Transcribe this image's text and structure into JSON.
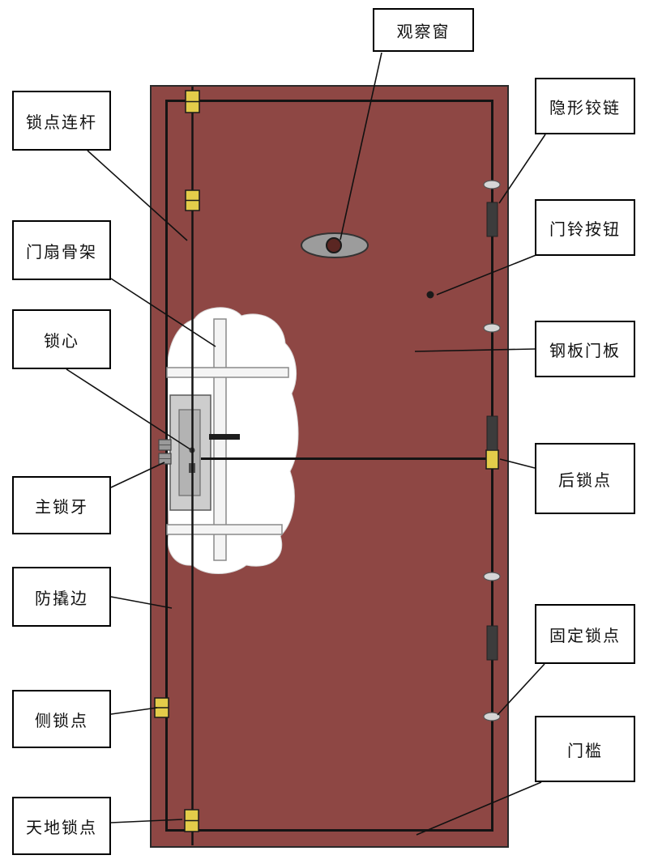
{
  "diagram": {
    "subject": "security-door-structure",
    "labels": {
      "observation_window": "观察窗",
      "hidden_hinge": "隐形铰链",
      "doorbell_button": "门铃按钮",
      "steel_door_panel": "钢板门板",
      "rear_lock_point": "后锁点",
      "fixed_lock_point": "固定锁点",
      "door_sill": "门槛",
      "lock_point_rod": "锁点连杆",
      "door_leaf_skeleton": "门扇骨架",
      "lock_cylinder": "锁心",
      "main_lock_bolt": "主锁牙",
      "anti_pry_edge": "防撬边",
      "side_lock_point": "侧锁点",
      "top_bottom_lock_point": "天地锁点"
    },
    "colors": {
      "door_panel": "#8e4744",
      "frame_line": "#141414",
      "lock_point": "#e3cc4a",
      "hinge": "#3c3c3c",
      "cutaway": "#ffffff",
      "label_background": "#ffffff",
      "label_border": "#000000",
      "peephole": "#9c9c9c"
    }
  }
}
